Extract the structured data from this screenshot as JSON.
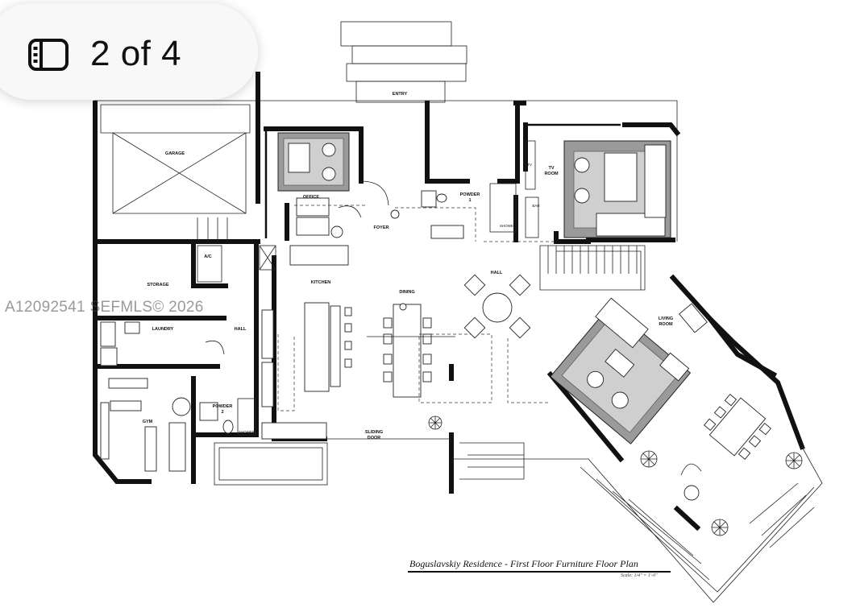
{
  "badge": {
    "text": "2 of 4",
    "icon": "gallery-icon"
  },
  "watermark": "A12092541  SEFMLS© 2026",
  "title": "Boguslavskiy Residence - First Floor Furniture Floor Plan",
  "scale": "Scale: 1/4\" = 1'-0\"",
  "rooms": {
    "entry": "ENTRY",
    "garage": "GARAGE",
    "office": "OFFICE",
    "foyer": "FOYER",
    "powder1_a": "POWDER",
    "powder1_b": "1",
    "tv_a": "TV",
    "tv_b": "ROOM",
    "ac": "A/C",
    "storage": "STORAGE",
    "kitchen": "KITCHEN",
    "dining": "DINING",
    "hall1": "HALL",
    "hall2": "HALL",
    "laundry": "LAUNDRY",
    "living_a": "LIVING",
    "living_b": "ROOM",
    "gym": "GYM",
    "powder2_a": "POWDER",
    "powder2_b": "2",
    "sliding_a": "SLIDING",
    "sliding_b": "DOOR",
    "shower1": "SHOWER",
    "shower2": "SHOWER",
    "bar": "BAR",
    "tv_mark": "TV"
  }
}
